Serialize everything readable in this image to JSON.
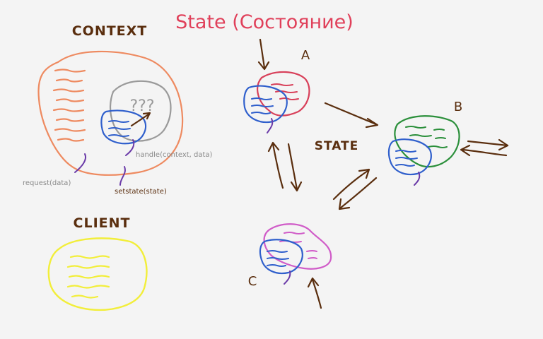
{
  "title": "State (Состояние)",
  "labels": {
    "context": "CONTEXT",
    "client": "CLIENT",
    "state": "STATE",
    "a": "A",
    "b": "B",
    "c": "C",
    "question": "???",
    "handle": "handle(context, data)",
    "request": "request(data)",
    "set_state": "setstate(state)"
  },
  "colors": {
    "title": "#e0405a",
    "ink": "#5a2e0e",
    "context": "#ee8a60",
    "blue": "#2f5fcc",
    "purple": "#6a3aa8",
    "gray": "#9a9a9a",
    "red": "#d8405a",
    "green": "#2a8f3a",
    "pink": "#d05cc8",
    "yellow": "#f2ee3a"
  }
}
